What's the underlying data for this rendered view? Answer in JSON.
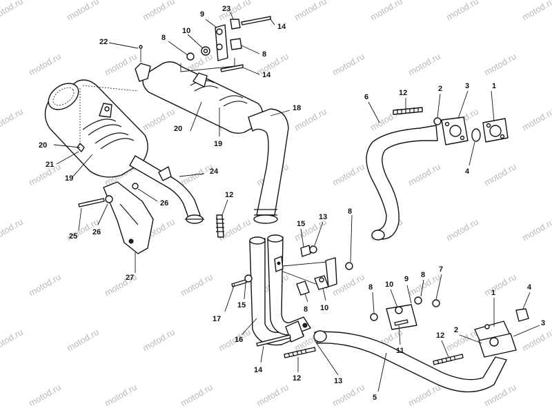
{
  "watermark": {
    "text": "motod.ru"
  },
  "callouts": {
    "c1a": "1",
    "c1b": "1",
    "c2a": "2",
    "c2b": "2",
    "c3a": "3",
    "c3b": "3",
    "c4a": "4",
    "c4b": "4",
    "c5": "5",
    "c6": "6",
    "c7": "7",
    "c8a": "8",
    "c8b": "8",
    "c8c": "8",
    "c8d": "8",
    "c8e": "8",
    "c8f": "8",
    "c9a": "9",
    "c9b": "9",
    "c10a": "10",
    "c10b": "10",
    "c10c": "10",
    "c11": "11",
    "c12a": "12",
    "c12b": "12",
    "c12c": "12",
    "c12d": "12",
    "c13a": "13",
    "c13b": "13",
    "c14a": "14",
    "c14b": "14",
    "c14c": "14",
    "c15a": "15",
    "c15b": "15",
    "c16": "16",
    "c17": "17",
    "c18": "18",
    "c19a": "19",
    "c19b": "19",
    "c20a": "20",
    "c20b": "20",
    "c21": "21",
    "c22": "22",
    "c23": "23",
    "c24": "24",
    "c25": "25",
    "c26a": "26",
    "c26b": "26",
    "c27": "27"
  }
}
